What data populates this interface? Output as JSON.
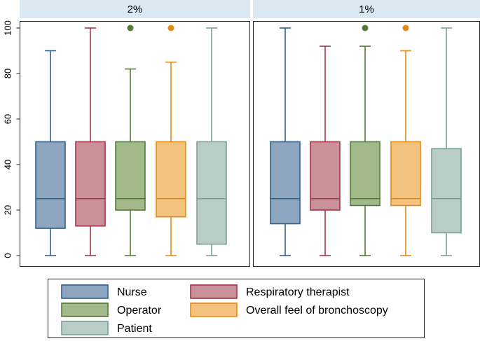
{
  "chart_data": {
    "type": "box",
    "y_axis": {
      "min": 0,
      "max": 100,
      "ticks": [
        0,
        20,
        40,
        60,
        80,
        100
      ]
    },
    "grid": false,
    "legend_position": "bottom",
    "series": [
      {
        "name": "Nurse",
        "fill": "#8da5be",
        "stroke": "#2f5f8a"
      },
      {
        "name": "Respiratory therapist",
        "fill": "#c99097",
        "stroke": "#a8354b"
      },
      {
        "name": "Operator",
        "fill": "#a3b98a",
        "stroke": "#55793a"
      },
      {
        "name": "Overall feel of bronchoscopy",
        "fill": "#f2c27e",
        "stroke": "#e58a17"
      },
      {
        "name": "Patient",
        "fill": "#b9ccc5",
        "stroke": "#79a096"
      }
    ],
    "panels": [
      {
        "title": "2%",
        "boxes": [
          {
            "series": "Nurse",
            "whisker_low": 0,
            "q1": 12,
            "median": 25,
            "q3": 50,
            "whisker_high": 90,
            "outliers": []
          },
          {
            "series": "Respiratory therapist",
            "whisker_low": 0,
            "q1": 13,
            "median": 25,
            "q3": 50,
            "whisker_high": 100,
            "outliers": []
          },
          {
            "series": "Operator",
            "whisker_low": 0,
            "q1": 20,
            "median": 25,
            "q3": 50,
            "whisker_high": 82,
            "outliers": [
              100
            ]
          },
          {
            "series": "Overall feel of bronchoscopy",
            "whisker_low": 0,
            "q1": 17,
            "median": 25,
            "q3": 50,
            "whisker_high": 85,
            "outliers": [
              100
            ]
          },
          {
            "series": "Patient",
            "whisker_low": 0,
            "q1": 5,
            "median": 25,
            "q3": 50,
            "whisker_high": 100,
            "outliers": []
          }
        ]
      },
      {
        "title": "1%",
        "boxes": [
          {
            "series": "Nurse",
            "whisker_low": 0,
            "q1": 14,
            "median": 25,
            "q3": 50,
            "whisker_high": 100,
            "outliers": []
          },
          {
            "series": "Respiratory therapist",
            "whisker_low": 0,
            "q1": 20,
            "median": 25,
            "q3": 50,
            "whisker_high": 92,
            "outliers": []
          },
          {
            "series": "Operator",
            "whisker_low": 0,
            "q1": 22,
            "median": 25,
            "q3": 50,
            "whisker_high": 92,
            "outliers": [
              100
            ]
          },
          {
            "series": "Overall feel of bronchoscopy",
            "whisker_low": 0,
            "q1": 22,
            "median": 25,
            "q3": 50,
            "whisker_high": 90,
            "outliers": [
              100
            ]
          },
          {
            "series": "Patient",
            "whisker_low": 0,
            "q1": 10,
            "median": 25,
            "q3": 47,
            "whisker_high": 100,
            "outliers": []
          }
        ]
      }
    ]
  }
}
